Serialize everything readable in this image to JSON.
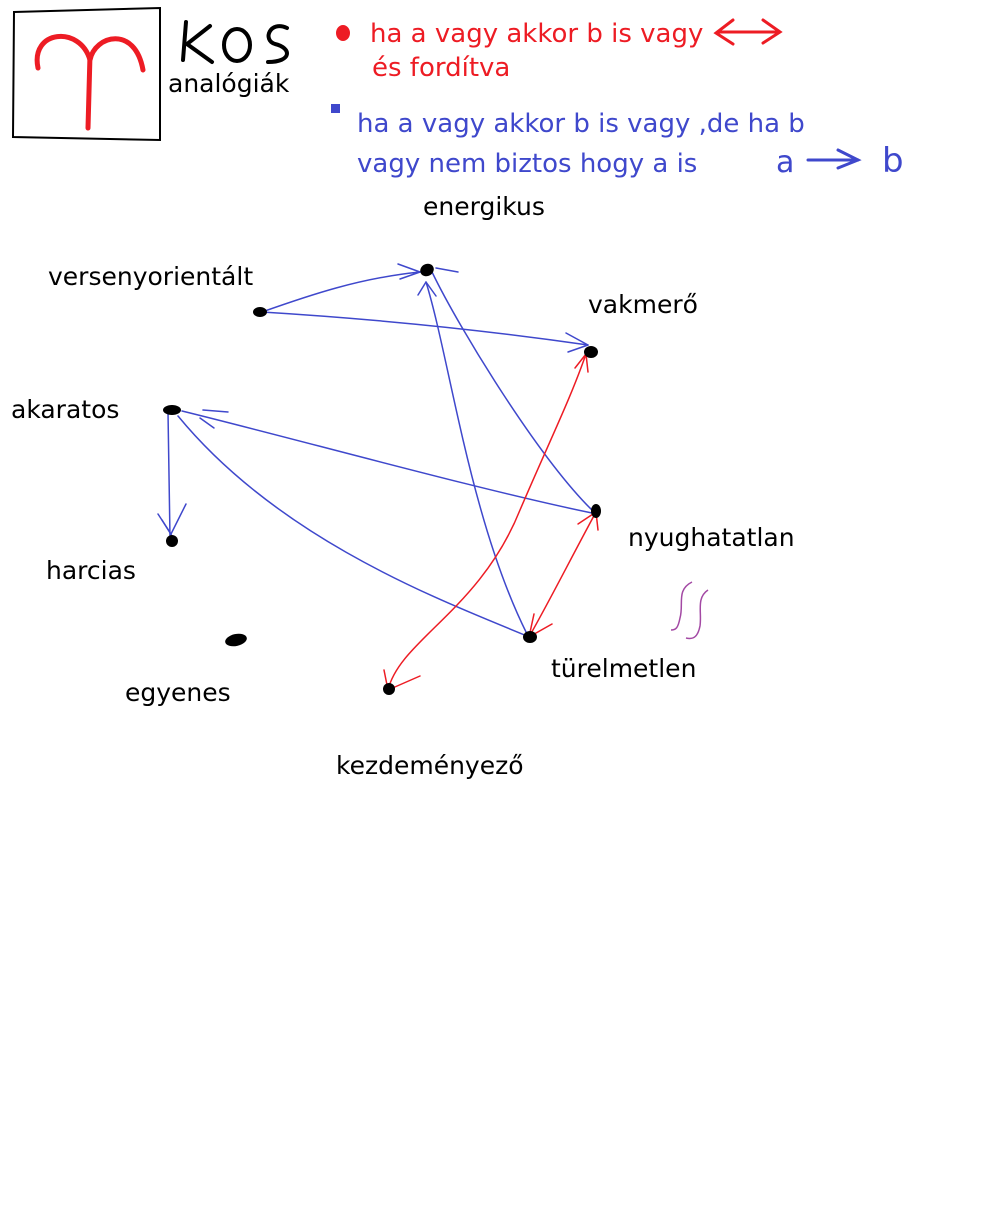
{
  "title": "kos",
  "subtitle": "analógiák",
  "colors": {
    "red": "#ed1c24",
    "blue": "#3f48cc",
    "purple": "#a349a4",
    "black": "#000000"
  },
  "symbol": "aries-icon",
  "legend": {
    "red_line1": "ha a vagy akkor b is vagy",
    "red_line2": "és fordítva",
    "blue_line1": "ha a vagy akkor b is vagy ,de ha b",
    "blue_line2": "vagy nem biztos hogy a is",
    "example_a": "a",
    "example_b": "b"
  },
  "nodes": {
    "energikus": "energikus",
    "versenyorientalt": "versenyorientált",
    "vakmero": "vakmerő",
    "akaratos": "akaratos",
    "nyughatatlan": "nyughatatlan",
    "harcias": "harcias",
    "egyenes": "egyenes",
    "turelmetlen": "türelmetlen",
    "kezdemenyezo": "kezdeményező"
  },
  "edges": [
    {
      "from": "versenyorientált",
      "to": "energikus",
      "type": "one-way"
    },
    {
      "from": "versenyorientált",
      "to": "vakmerő",
      "type": "one-way"
    },
    {
      "from": "nyughatatlan",
      "to": "energikus",
      "type": "one-way"
    },
    {
      "from": "türelmetlen",
      "to": "energikus",
      "type": "one-way"
    },
    {
      "from": "nyughatatlan",
      "to": "akaratos",
      "type": "one-way"
    },
    {
      "from": "türelmetlen",
      "to": "akaratos",
      "type": "one-way"
    },
    {
      "from": "akaratos",
      "to": "harcias",
      "type": "one-way"
    },
    {
      "from": "kezdeményező",
      "to": "vakmerő",
      "type": "two-way"
    },
    {
      "from": "nyughatatlan",
      "to": "türelmetlen",
      "type": "two-way"
    }
  ],
  "purple_mark": "squiggle"
}
